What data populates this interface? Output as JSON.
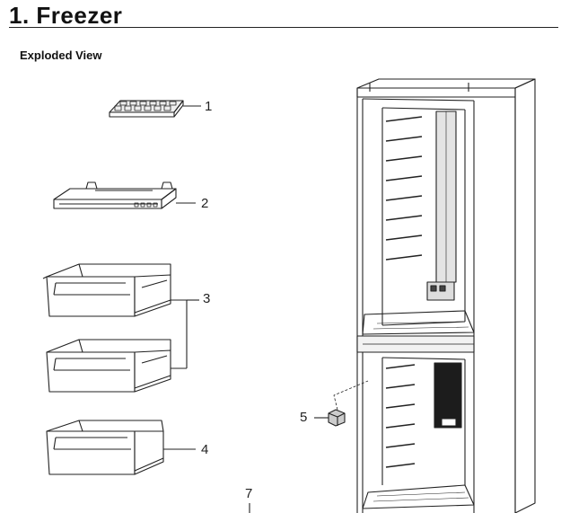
{
  "header": {
    "title": "1.  Freezer",
    "subtitle": "Exploded View"
  },
  "callouts": [
    {
      "id": "1",
      "label": "1"
    },
    {
      "id": "2",
      "label": "2"
    },
    {
      "id": "3",
      "label": "3"
    },
    {
      "id": "4",
      "label": "4"
    },
    {
      "id": "5",
      "label": "5"
    },
    {
      "id": "7",
      "label": "7"
    }
  ]
}
